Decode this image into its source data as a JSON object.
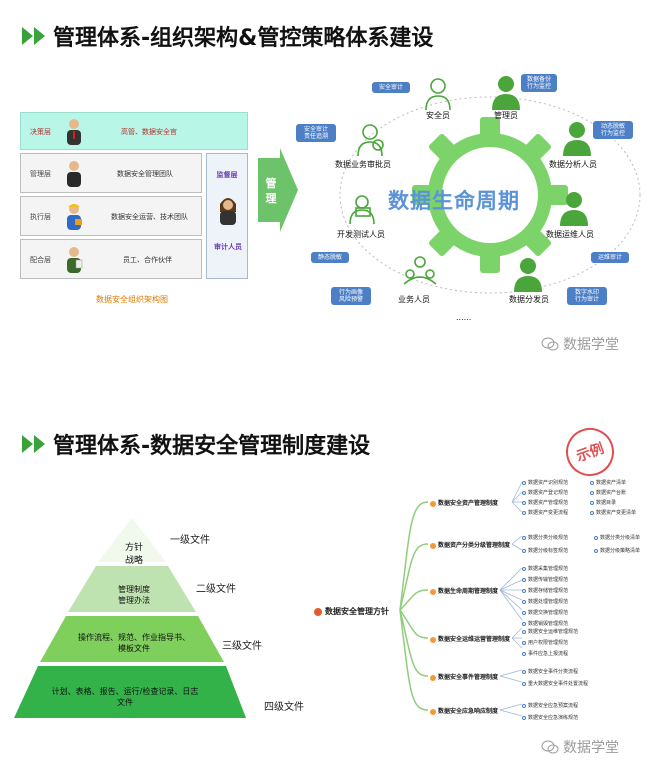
{
  "section1": {
    "title": "管理体系-组织架构&管控策略体系建设",
    "org": {
      "rows": [
        {
          "label": "决策层",
          "text": "高管、数据安全官"
        },
        {
          "label": "管理层",
          "text": "数据安全管理团队"
        },
        {
          "label": "执行层",
          "text": "数据安全运营、技术团队"
        },
        {
          "label": "配合层",
          "text": "员工、合作伙伴"
        }
      ],
      "side_top": "监督层",
      "side_bottom": "审计人员",
      "caption": "数据安全组织架构图"
    },
    "arrow_label": "管理",
    "lifecycle": {
      "center_text": "数据生命周期",
      "roles": {
        "security": "安全员",
        "manager": "管理员",
        "approver": "数据业务审批员",
        "analyst": "数据分析人员",
        "tester": "开发测试人员",
        "ops": "数据运维人员",
        "business": "业务人员",
        "distributor": "数据分发员"
      },
      "tags": {
        "security_audit": "安全审计",
        "manager": "数据备份\n行为监控",
        "approver": "安全审计\n责任追溯",
        "analyst": "动态脱敏\n行为监控",
        "tester": "静态脱敏",
        "ops": "运维审计",
        "business": "行为画像\n风险预警",
        "distributor": "数字水印\n行为审计"
      },
      "more": "......"
    },
    "watermark": "数据学堂"
  },
  "section2": {
    "title": "管理体系-数据安全管理制度建设",
    "pyramid": [
      {
        "text": "方针\n战略",
        "level": "一级文件"
      },
      {
        "text": "管理制度\n管理办法",
        "level": "二级文件"
      },
      {
        "text": "操作流程、规范、作业指导书、\n模板文件",
        "level": "三级文件"
      },
      {
        "text": "计划、表格、报告、运行/检查记录、日志\n文件",
        "level": "四级文件"
      }
    ],
    "mindmap": {
      "root": "数据安全管理方针",
      "stamp": "示例",
      "branches": [
        {
          "label": "数据安全资产管理制度",
          "leaves": [
            "数据资产识别规范",
            "数据资产清单",
            "数据资产登记规范",
            "数据资产台账",
            "数据资产管理规范",
            "数据目录",
            "数据资产变更流程",
            "数据资产变更清单"
          ]
        },
        {
          "label": "数据资产分类分级管理制度",
          "leaves": [
            "数据分类分级规范",
            "数据分类分级清单",
            "数据分级标签规范",
            "数据分级策略清单"
          ]
        },
        {
          "label": "数据生命周期管理制度",
          "leaves": [
            "数据采集管理规范",
            "数据传输管理规范",
            "数据存储管理规范",
            "数据处理管理规范",
            "数据交换管理规范",
            "数据销毁管理规范"
          ]
        },
        {
          "label": "数据安全运维运营管理制度",
          "leaves": [
            "数据安全运维管理规范",
            "用户权限管理规范",
            "事件应急上报流程"
          ]
        },
        {
          "label": "数据安全事件管理制度",
          "leaves": [
            "数据安全事件分类流程",
            "重大数据安全事件处置流程"
          ]
        },
        {
          "label": "数据安全应急响应制度",
          "leaves": [
            "数据安全应急预案流程",
            "数据安全应急演练规范"
          ]
        }
      ]
    },
    "watermark": "数据学堂"
  }
}
